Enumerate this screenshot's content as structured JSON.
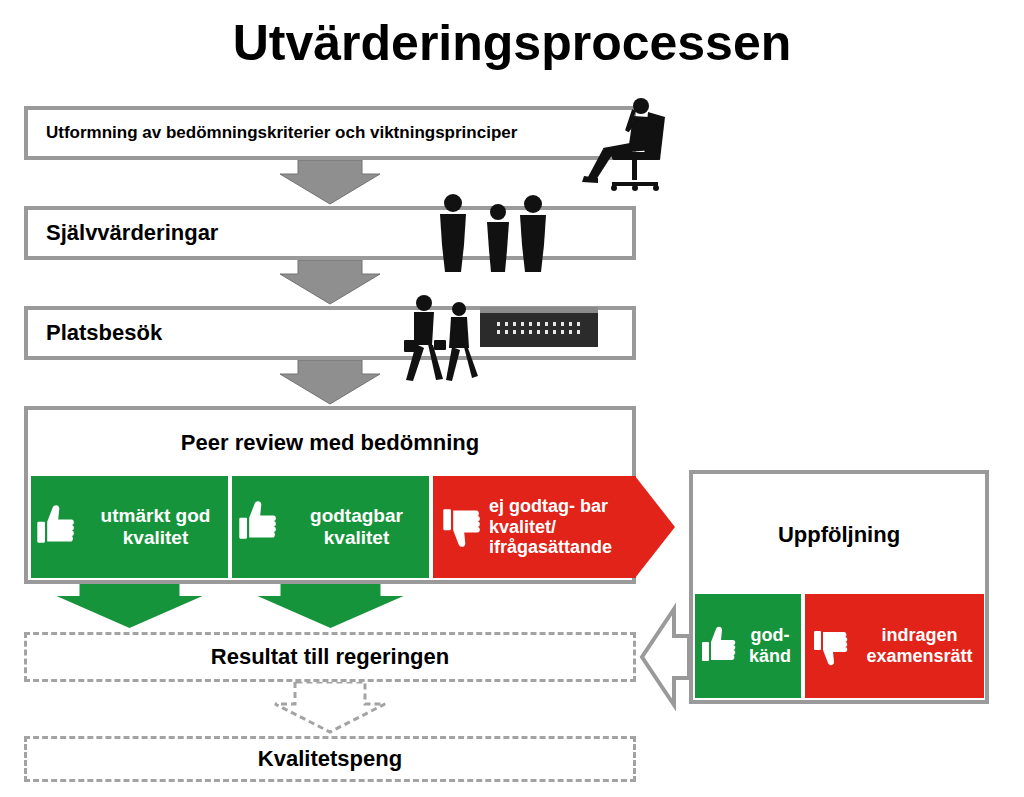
{
  "diagram": {
    "title": "Utvärderingsprocessen",
    "nodes": [
      {
        "text": [
          "Utformning av bedömningskriterier och viktningsprinciper"
        ]
      },
      {
        "text": [
          "Självvärderingar"
        ]
      },
      {
        "text": [
          "Platsbesök"
        ]
      },
      {
        "text": [
          "Peer review med bedömning"
        ]
      },
      {
        "text": [
          "utmärkt god kvalitet"
        ],
        "in": 3
      },
      {
        "text": [
          "godtagbar kvalitet"
        ],
        "in": 3
      },
      {
        "text": [
          "ej godtag- bar kvalitet/ ifrågasättande"
        ],
        "in": 3
      },
      {
        "text": [
          "Uppföljning"
        ]
      },
      {
        "text": [
          "god- känd"
        ],
        "in": 7
      },
      {
        "text": [
          "indragen examensrätt"
        ],
        "in": 7
      },
      {
        "text": [
          "Resultat till regeringen"
        ]
      },
      {
        "text": [
          "Kvalitetspeng"
        ]
      }
    ],
    "edges": [
      {
        "from": 0,
        "to": 1,
        "arrow": "to"
      },
      {
        "from": 1,
        "to": 2,
        "arrow": "to"
      },
      {
        "from": 2,
        "to": 3,
        "arrow": "to"
      },
      {
        "from": 4,
        "to": 10,
        "arrow": "to"
      },
      {
        "from": 5,
        "to": 10,
        "arrow": "to"
      },
      {
        "from": 6,
        "to": 7,
        "arrow": "to"
      },
      {
        "from": 7,
        "to": 10,
        "arrow": "to"
      },
      {
        "from": 10,
        "to": 11,
        "arrow": "to"
      }
    ]
  }
}
